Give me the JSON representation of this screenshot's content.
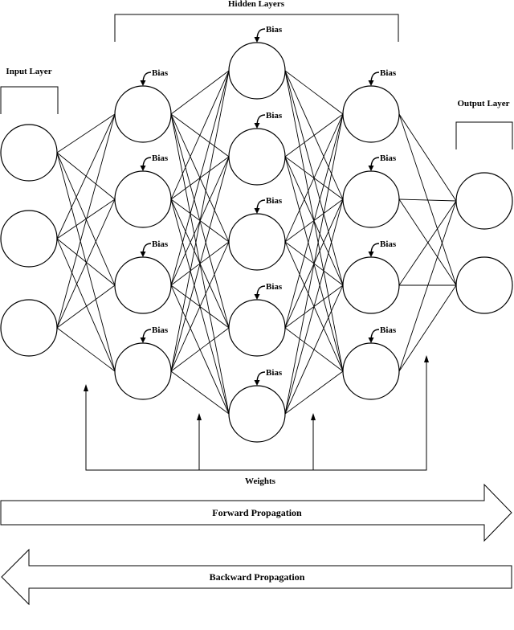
{
  "labels": {
    "hidden_layers": "Hidden Layers",
    "input_layer": "Input Layer",
    "output_layer": "Output Layer",
    "bias": "Bias",
    "weights": "Weights",
    "forward": "Forward Propagation",
    "backward": "Backward Propagation"
  },
  "network": {
    "layers": [
      {
        "name": "input",
        "neurons": 3,
        "bias": false
      },
      {
        "name": "hidden-1",
        "neurons": 4,
        "bias": true
      },
      {
        "name": "hidden-2",
        "neurons": 5,
        "bias": true
      },
      {
        "name": "hidden-3",
        "neurons": 4,
        "bias": true
      },
      {
        "name": "output",
        "neurons": 2,
        "bias": false
      }
    ],
    "fully_connected": true
  }
}
